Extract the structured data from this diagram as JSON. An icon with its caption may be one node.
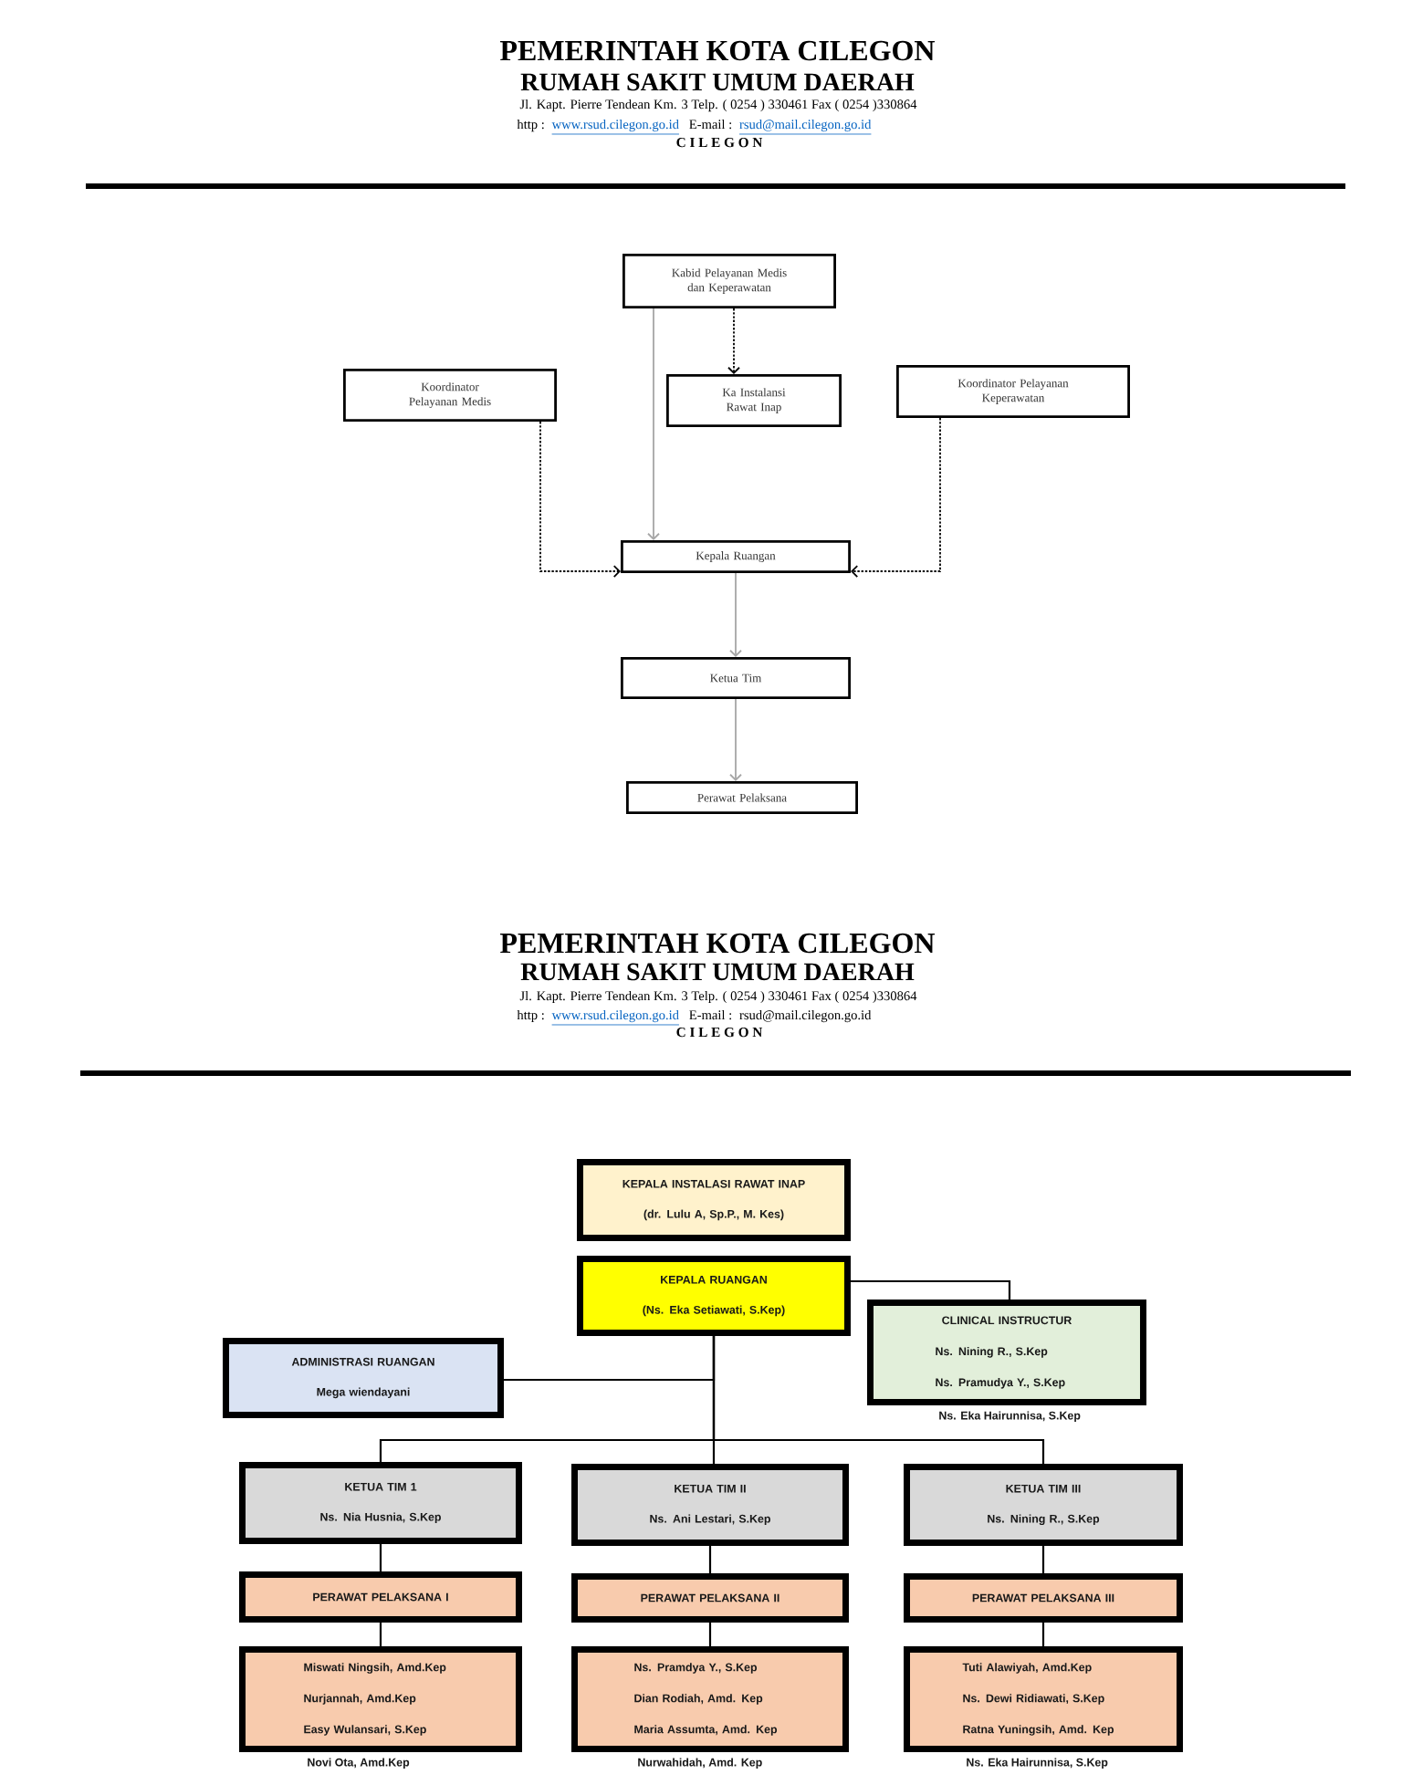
{
  "diagram": {
    "nodes": [
      {
        "text": [
          "Kabid Pelayanan Medis dan Keperawatan"
        ]
      },
      {
        "text": [
          "Koordinator Pelayanan Medis"
        ]
      },
      {
        "text": [
          "Ka Instalansi Rawat Inap"
        ]
      },
      {
        "text": [
          "Koordinator Pelayanan Keperawatan"
        ]
      },
      {
        "text": [
          "Kepala Ruangan"
        ]
      },
      {
        "text": [
          "Ketua Tim"
        ]
      },
      {
        "text": [
          "Perawat Pelaksana"
        ]
      },
      {
        "text": [
          "KEPALA INSTALASI RAWAT INAP",
          "(dr. Lulu A, Sp.P., M. Kes)"
        ]
      },
      {
        "text": [
          "KEPALA RUANGAN",
          "(Ns. Eka Setiawati, S.Kep)"
        ]
      },
      {
        "text": [
          "ADMINISTRASI RUANGAN",
          "Mega wiendayani"
        ]
      },
      {
        "text": [
          "CLINICAL INSTRUCTUR",
          "Ns. Nining R., S.Kep",
          "Ns. Pramudya Y., S.Kep"
        ],
        "beside": [
          "Ns. Eka Hairunnisa, S.Kep"
        ]
      },
      {
        "text": [
          "KETUA TIM 1",
          "Ns. Nia Husnia, S.Kep"
        ]
      },
      {
        "text": [
          "KETUA TIM II",
          "Ns. Ani Lestari, S.Kep"
        ]
      },
      {
        "text": [
          "KETUA TIM III",
          "Ns. Nining R., S.Kep"
        ]
      },
      {
        "text": [
          "PERAWAT PELAKSANA I"
        ]
      },
      {
        "text": [
          "PERAWAT PELAKSANA II"
        ]
      },
      {
        "text": [
          "PERAWAT PELAKSANA III"
        ]
      },
      {
        "text": [
          "Miswati Ningsih, Amd.Kep",
          "Nurjannah, Amd.Kep",
          "Easy Wulansari, S.Kep"
        ],
        "beside": [
          "Novi Ota, Amd.Kep"
        ]
      },
      {
        "text": [
          "Ns. Pramdya Y., S.Kep",
          "Dian Rodiah, Amd. Kep",
          "Maria Assumta, Amd. Kep"
        ],
        "beside": [
          "Nurwahidah, Amd. Kep"
        ]
      },
      {
        "text": [
          "Tuti Alawiyah, Amd.Kep",
          "Ns. Dewi Ridiawati, S.Kep",
          "Ratna Yuningsih, Amd. Kep"
        ],
        "beside": [
          "Ns. Eka Hairunnisa, S.Kep"
        ]
      }
    ],
    "edges": [
      {
        "from": 0,
        "to": 2,
        "arrow": "to",
        "style": "dashed"
      },
      {
        "from": 0,
        "to": 4,
        "arrow": "to",
        "color": "#a6a6a6"
      },
      {
        "from": 1,
        "to": 4,
        "arrow": "to",
        "style": "dashed"
      },
      {
        "from": 3,
        "to": 4,
        "arrow": "to",
        "style": "dashed"
      },
      {
        "from": 4,
        "to": 5,
        "arrow": "to",
        "color": "#a6a6a6"
      },
      {
        "from": 5,
        "to": 6,
        "arrow": "to",
        "color": "#a6a6a6"
      },
      {
        "from": 8,
        "to": 9,
        "arrow": "none"
      },
      {
        "from": 8,
        "to": 10,
        "arrow": "none"
      },
      {
        "from": 8,
        "to": 11,
        "arrow": "none"
      },
      {
        "from": 8,
        "to": 12,
        "arrow": "none"
      },
      {
        "from": 8,
        "to": 13,
        "arrow": "none"
      },
      {
        "from": 11,
        "to": 14,
        "arrow": "none"
      },
      {
        "from": 12,
        "to": 15,
        "arrow": "none"
      },
      {
        "from": 13,
        "to": 16,
        "arrow": "none"
      },
      {
        "from": 14,
        "to": 17,
        "arrow": "none"
      },
      {
        "from": 15,
        "to": 18,
        "arrow": "none"
      },
      {
        "from": 16,
        "to": 19,
        "arrow": "none"
      }
    ],
    "labels": [
      "PEMERINTAH KOTA CILEGON",
      "RUMAH SAKIT UMUM DAERAH",
      "Jl. Kapt. Pierre Tendean Km. 3 Telp. ( 0254 ) 330461 Fax ( 0254 )330864",
      "http :",
      "www.rsud.cilegon.go.id",
      "E-mail :",
      "rsud@mail.cilegon.go.id",
      "C I L E G O N",
      "PEMERINTAH KOTA CILEGON",
      "RUMAH SAKIT UMUM DAERAH",
      "Jl. Kapt. Pierre Tendean Km. 3 Telp. ( 0254 ) 330461 Fax ( 0254 )330864",
      "http :",
      "www.rsud.cilegon.go.id",
      "E-mail :",
      "rsud@mail.cilegon.go.id",
      "C I L E G O N"
    ]
  }
}
